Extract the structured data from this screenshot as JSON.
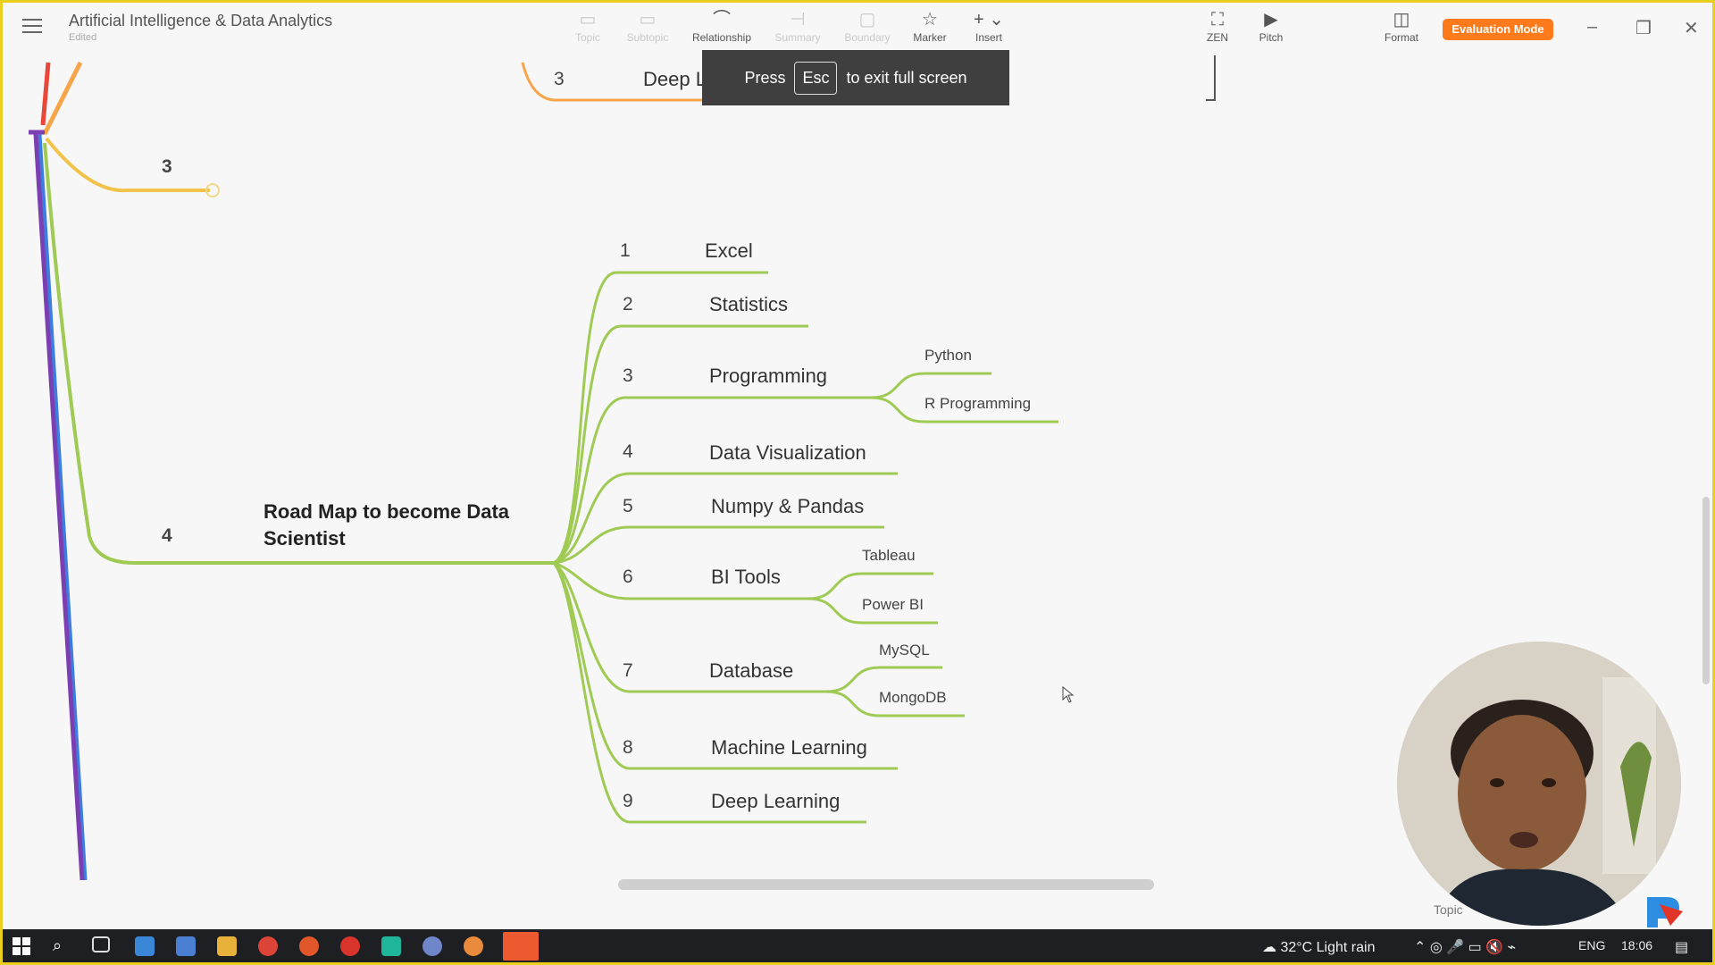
{
  "app": {
    "title": "Artificial Intelligence & Data Analytics",
    "subtitle": "Edited",
    "evaluation_label": "Evaluation Mode"
  },
  "toolbar": {
    "topic": "Topic",
    "subtopic": "Subtopic",
    "relationship": "Relationship",
    "summary": "Summary",
    "boundary": "Boundary",
    "marker": "Marker",
    "insert": "Insert",
    "zen": "ZEN",
    "pitch": "Pitch",
    "format": "Format"
  },
  "toast": {
    "press": "Press",
    "key": "Esc",
    "message": "to exit full screen"
  },
  "mindmap": {
    "top_partial": {
      "number": "3",
      "label": "Deep Lear"
    },
    "branch3_number": "3",
    "branch4_number": "4",
    "central_topic": "Road Map to become Data Scientist",
    "items": [
      {
        "num": "1",
        "label": "Excel"
      },
      {
        "num": "2",
        "label": "Statistics"
      },
      {
        "num": "3",
        "label": "Programming"
      },
      {
        "num": "4",
        "label": "Data Visualization"
      },
      {
        "num": "5",
        "label": "Numpy & Pandas"
      },
      {
        "num": "6",
        "label": "BI Tools"
      },
      {
        "num": "7",
        "label": "Database"
      },
      {
        "num": "8",
        "label": "Machine Learning"
      },
      {
        "num": "9",
        "label": "Deep Learning"
      }
    ],
    "subitems": {
      "programming": [
        "Python",
        "R Programming"
      ],
      "bi_tools": [
        "Tableau",
        "Power BI"
      ],
      "database": [
        "MySQL",
        "MongoDB"
      ]
    }
  },
  "status_bar": {
    "topic_label": "Topic"
  },
  "taskbar": {
    "weather": "32°C  Light rain",
    "language": "ENG",
    "time": "18:06"
  },
  "colors": {
    "green": "#9fca54",
    "orange": "#f7a54b",
    "yellow": "#f2c34a",
    "purple": "#7b3fb2",
    "blue": "#3e7de0",
    "red": "#e8473a",
    "accent": "#ff7a1a"
  }
}
